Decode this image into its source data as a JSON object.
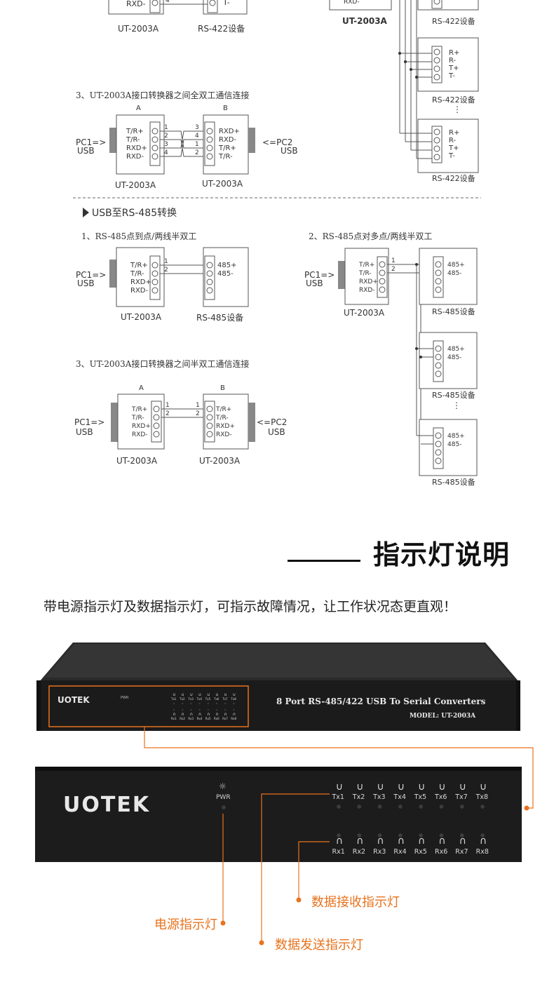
{
  "section_top": {
    "fragment_left": {
      "pin_rxd": "RXD-",
      "pin_num": "4",
      "pin_t": "T-",
      "converter": "UT-2003A",
      "device": "RS-422设备"
    },
    "fragment_right": {
      "pin_rxd": "RXD-",
      "converter": "UT-2003A",
      "device": "RS-422设备"
    },
    "multi_422": {
      "devices": [
        {
          "pins": [
            "R+",
            "R-",
            "T+",
            "T-"
          ],
          "label": "RS-422设备"
        },
        {
          "pins": [
            "R+",
            "R-",
            "T+",
            "T-"
          ],
          "label": "RS-422设备"
        }
      ],
      "ellipsis": "⋮"
    },
    "fd_link": {
      "title": "3、UT-2003A接口转换器之间全双工通信连接",
      "a_label": "A",
      "b_label": "B",
      "left_pc": "PC1=>",
      "left_usb": "USB",
      "right_pc": "<=PC2",
      "right_usb": "USB",
      "a_pins": [
        "T/R+",
        "T/R-",
        "RXD+",
        "RXD-"
      ],
      "b_pins": [
        "RXD+",
        "RXD-",
        "T/R+",
        "T/R-"
      ],
      "a_nums": [
        "1",
        "2",
        "3",
        "4"
      ],
      "b_nums": [
        "3",
        "4",
        "1",
        "2"
      ],
      "a_model": "UT-2003A",
      "b_model": "UT-2003A"
    }
  },
  "section_485": {
    "heading": "USB至RS-485转换",
    "p2p": {
      "title": "1、RS-485点到点/两线半双工",
      "pc": "PC1=>",
      "usb": "USB",
      "pins": [
        "T/R+",
        "T/R-",
        "RXD+",
        "RXD-"
      ],
      "nums": [
        "1",
        "2"
      ],
      "model": "UT-2003A",
      "dev_pins": [
        "485+",
        "485-"
      ],
      "dev_label": "RS-485设备"
    },
    "p2m": {
      "title": "2、RS-485点对多点/两线半双工",
      "pc": "PC1=>",
      "usb": "USB",
      "pins": [
        "T/R+",
        "T/R-",
        "RXD+",
        "RXD-"
      ],
      "nums": [
        "1",
        "2"
      ],
      "model": "UT-2003A",
      "devices": [
        {
          "pins": [
            "485+",
            "485-"
          ],
          "label": "RS-485设备"
        },
        {
          "pins": [
            "485+",
            "485-"
          ],
          "label": "RS-485设备"
        },
        {
          "pins": [
            "485+",
            "485-"
          ],
          "label": "RS-485设备"
        }
      ],
      "ellipsis": "⋮"
    },
    "hd_link": {
      "title": "3、UT-2003A接口转换器之间半双工通信连接",
      "a_label": "A",
      "b_label": "B",
      "left_pc": "PC1=>",
      "left_usb": "USB",
      "right_pc": "<=PC2",
      "right_usb": "USB",
      "a_pins": [
        "T/R+",
        "T/R-",
        "RXD+",
        "RXD-"
      ],
      "b_pins": [
        "T/R+",
        "T/R-",
        "RXD+",
        "RXD-"
      ],
      "a_nums": [
        "1",
        "2"
      ],
      "b_nums": [
        "1",
        "2"
      ],
      "a_model": "UT-2003A",
      "b_model": "UT-2003A"
    }
  },
  "indicator": {
    "title": "指示灯说明",
    "description": "带电源指示灯及数据指示灯，可指示故障情况，让工作状况态更直观！",
    "device": {
      "brand": "UOTEK",
      "pwr": "PWR",
      "product": "8 Port RS-485/422 USB To Serial Converters",
      "model": "MODEL: UT-2003A",
      "tx_labels": [
        "Tx1",
        "Tx2",
        "Tx3",
        "Tx4",
        "Tx5",
        "Tx6",
        "Tx7",
        "Tx8"
      ],
      "rx_labels": [
        "Rx1",
        "Rx2",
        "Rx3",
        "Rx4",
        "Rx5",
        "Rx6",
        "Rx7",
        "Rx8"
      ]
    },
    "panel": {
      "brand": "UOTEK",
      "pwr": "PWR",
      "tx_labels": [
        "Tx1",
        "Tx2",
        "Tx3",
        "Tx4",
        "Tx5",
        "Tx6",
        "Tx7",
        "Tx8"
      ],
      "rx_labels": [
        "Rx1",
        "Rx2",
        "Rx3",
        "Rx4",
        "Rx5",
        "Rx6",
        "Rx7",
        "Rx8"
      ]
    },
    "callouts": {
      "rx": "数据接收指示灯",
      "power": "电源指示灯",
      "tx": "数据发送指示灯"
    },
    "accent_color": "#e8731e"
  }
}
